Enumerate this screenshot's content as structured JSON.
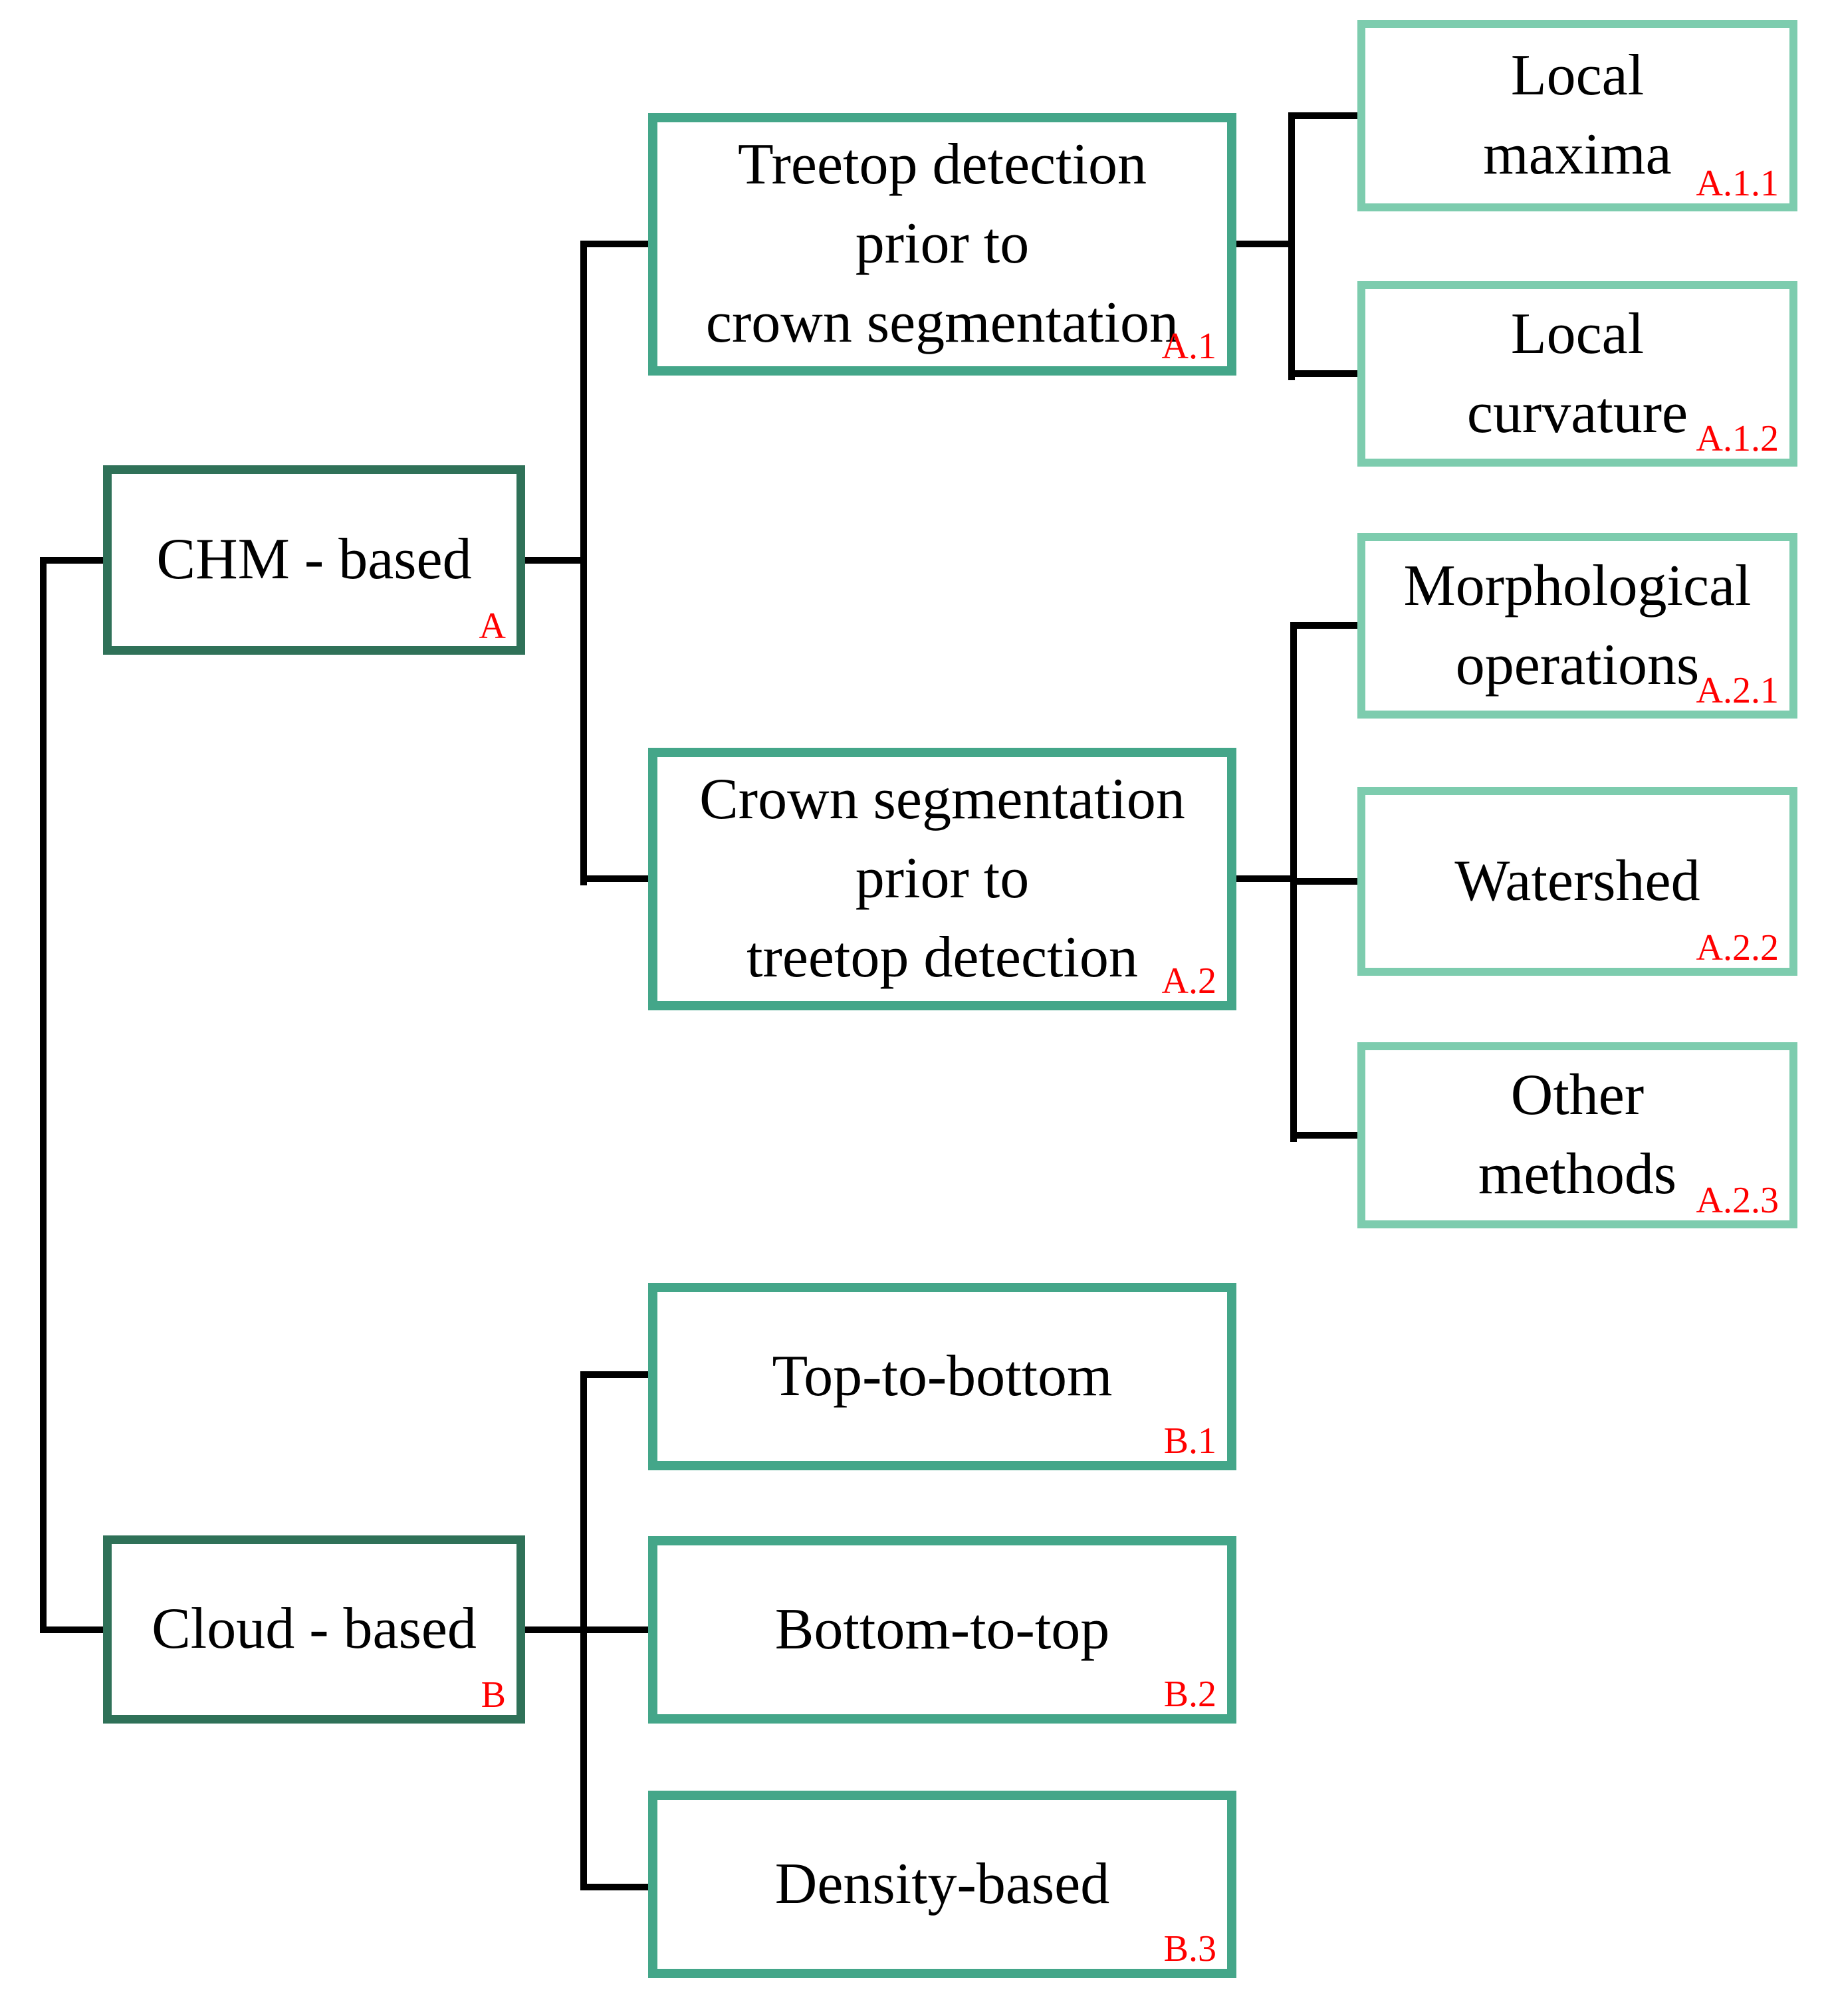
{
  "diagram": {
    "description": "Taxonomy tree of individual tree detection methods",
    "colors": {
      "level1_border": "#2f7158",
      "level2_border": "#44a689",
      "level3_border": "#7dccae",
      "index_label": "#ff0000",
      "text": "#000000",
      "connector": "#000000",
      "background": "#ffffff"
    }
  },
  "nodes": {
    "A": {
      "text": "CHM - based",
      "index": "A"
    },
    "B": {
      "text": "Cloud - based",
      "index": "B"
    },
    "A1": {
      "text": "Treetop detection\nprior to\ncrown segmentation",
      "index": "A.1"
    },
    "A2": {
      "text": "Crown segmentation\nprior to\ntreetop detection",
      "index": "A.2"
    },
    "B1": {
      "text": "Top-to-bottom",
      "index": "B.1"
    },
    "B2": {
      "text": "Bottom-to-top",
      "index": "B.2"
    },
    "B3": {
      "text": "Density-based",
      "index": "B.3"
    },
    "A11": {
      "text": "Local\nmaxima",
      "index": "A.1.1"
    },
    "A12": {
      "text": "Local\ncurvature",
      "index": "A.1.2"
    },
    "A21": {
      "text": "Morphological\noperations",
      "index": "A.2.1"
    },
    "A22": {
      "text": "Watershed",
      "index": "A.2.2"
    },
    "A23": {
      "text": "Other\nmethods",
      "index": "A.2.3"
    }
  }
}
